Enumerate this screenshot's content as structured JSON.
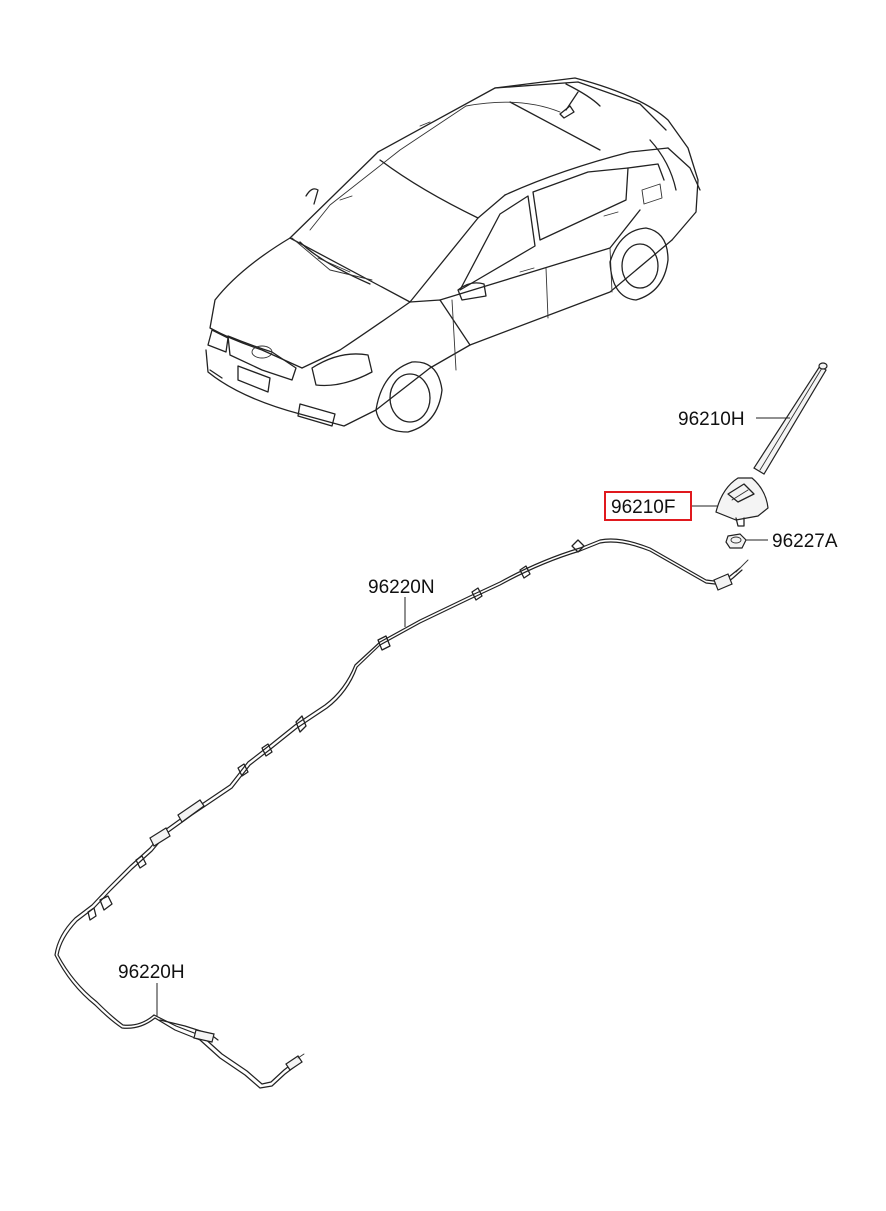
{
  "parts": [
    {
      "id": "antenna_rod",
      "code": "96210H",
      "highlighted": false
    },
    {
      "id": "antenna_base",
      "code": "96210F",
      "highlighted": true
    },
    {
      "id": "nut",
      "code": "96227A",
      "highlighted": false
    },
    {
      "id": "main_cable",
      "code": "96220N",
      "highlighted": false
    },
    {
      "id": "feeder_cable",
      "code": "96220H",
      "highlighted": false
    }
  ],
  "colors": {
    "line": "#222222",
    "highlight": "#e0191e",
    "background": "#ffffff"
  }
}
